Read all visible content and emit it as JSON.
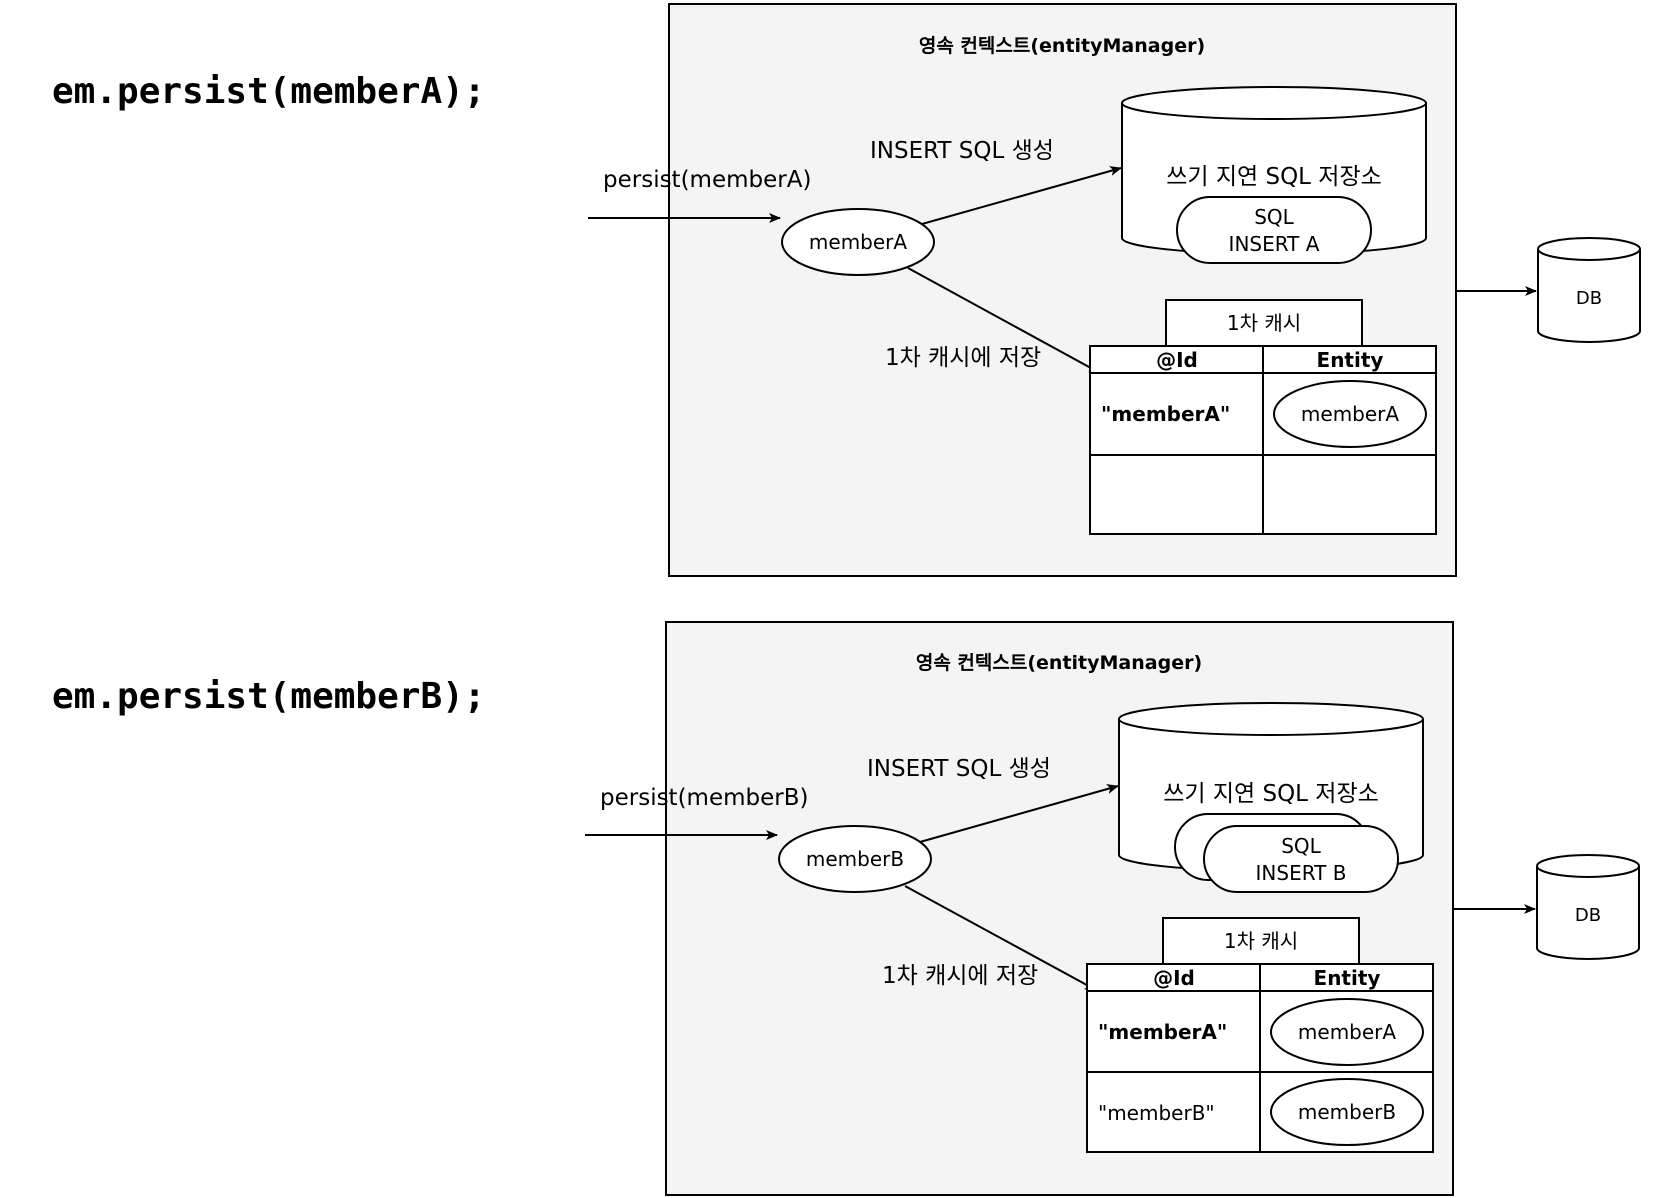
{
  "panels": [
    {
      "code": "em.persist(memberA);",
      "context_title": "영속 컨텍스트(entityManager)",
      "persist_call": "persist(memberA)",
      "entity_node": "memberA",
      "insert_sql_label": "INSERT SQL 생성",
      "store_label": "쓰기 지연 SQL 저장소",
      "sql_lines": [
        "SQL",
        "INSERT A"
      ],
      "cache_label": "1차 캐시에 저장",
      "cache_title": "1차 캐시",
      "cache_headers": [
        "@Id",
        "Entity"
      ],
      "cache_rows": [
        {
          "id": "\"memberA\"",
          "entity": "memberA"
        }
      ],
      "db_label": "DB"
    },
    {
      "code": "em.persist(memberB);",
      "context_title": "영속 컨텍스트(entityManager)",
      "persist_call": "persist(memberB)",
      "entity_node": "memberB",
      "insert_sql_label": "INSERT SQL 생성",
      "store_label": "쓰기 지연 SQL 저장소",
      "sql_lines": [
        "SQL",
        "INSERT B"
      ],
      "cache_label": "1차 캐시에 저장",
      "cache_title": "1차 캐시",
      "cache_headers": [
        "@Id",
        "Entity"
      ],
      "cache_rows": [
        {
          "id": "\"memberA\"",
          "entity": "memberA"
        },
        {
          "id": "\"memberB\"",
          "entity": "memberB"
        }
      ],
      "db_label": "DB"
    }
  ]
}
